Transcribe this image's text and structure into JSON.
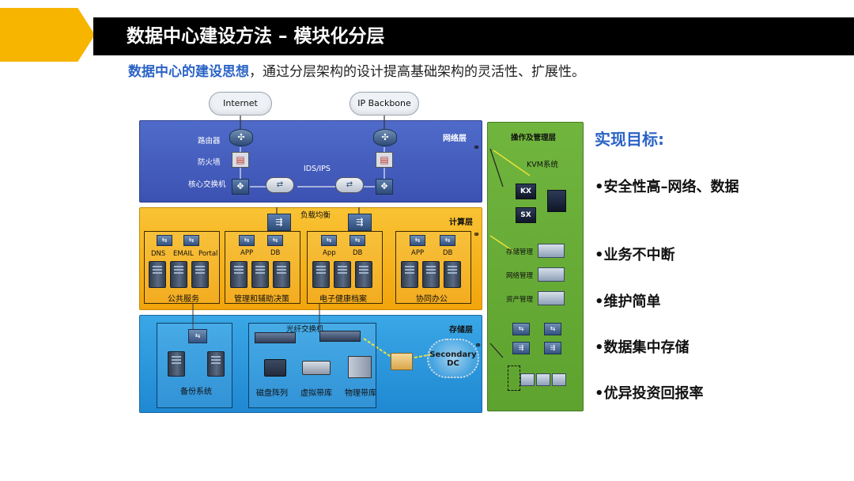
{
  "header": {
    "title": "数据中心建设方法 – 模块化分层"
  },
  "subtitle": {
    "highlight": "数据中心的建设思想",
    "rest": "，通过分层架构的设计提高基础架构的灵活性、扩展性。"
  },
  "diagram": {
    "clouds": {
      "internet": "Internet",
      "backbone": "IP Backbone"
    },
    "network_layer": {
      "tag": "网络层",
      "router_label": "路由器",
      "firewall_label": "防火墙",
      "core_switch_label": "核心交换机",
      "ids_label": "IDS/IPS"
    },
    "compute_layer": {
      "tag": "计算层",
      "lb_label": "负载均衡",
      "groups": [
        {
          "caption": "公共服务",
          "labels": [
            "DNS",
            "EMAIL",
            "Portal"
          ]
        },
        {
          "caption": "管理和辅助决策",
          "labels": [
            "APP",
            "DB"
          ]
        },
        {
          "caption": "电子健康档案",
          "labels": [
            "App",
            "DB"
          ]
        },
        {
          "caption": "协同办公",
          "labels": [
            "APP",
            "DB"
          ]
        }
      ]
    },
    "storage_layer": {
      "tag": "存储层",
      "backup_label": "备份系统",
      "fc_switch_label": "光纤交换机",
      "disk_array_label": "磁盘阵列",
      "virtual_tape_label": "虚拟带库",
      "physical_tape_label": "物理带库",
      "secondary_dc": "Secondary DC"
    },
    "ops_layer": {
      "tag": "操作及管理层",
      "kvm_label": "KVM系统",
      "kvm_kx": "KX",
      "kvm_sx": "SX",
      "storage_mgmt": "存储管理",
      "network_mgmt": "网络管理",
      "asset_mgmt": "资产管理"
    }
  },
  "goals": {
    "title": "实现目标:",
    "items": [
      "•安全性高–网络、数据",
      "•业务不中断",
      "•维护简单",
      "•数据集中存储",
      "•优异投资回报率"
    ]
  },
  "colors": {
    "accent_yellow": "#f7b500",
    "title_blue": "#2b63c6",
    "network_blue": "#3c52b2",
    "compute_orange": "#f2a40b",
    "storage_blue": "#1f88d2",
    "ops_green": "#5ea22f"
  }
}
